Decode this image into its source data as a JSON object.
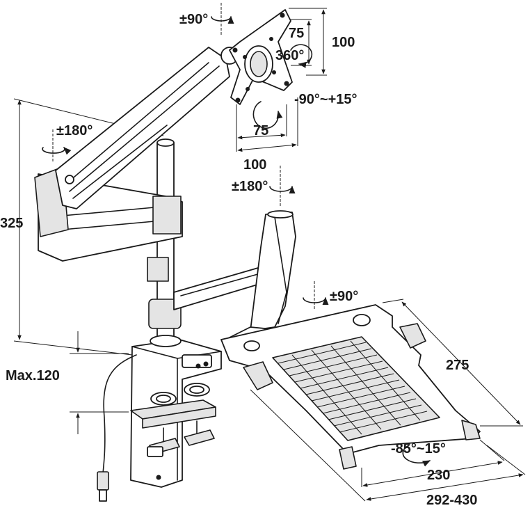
{
  "labels": {
    "tilt_top": "±90°",
    "vesa_75_vertical": "75",
    "vesa_100_vertical": "100",
    "rotate_360": "360°",
    "tilt_range": "-90°~+15°",
    "swivel_arm": "±180°",
    "vesa_75_horizontal": "75",
    "vesa_100_horizontal": "100",
    "swivel_mid": "±180°",
    "height_325": "325",
    "tilt_tray": "±90°",
    "tray_depth": "275",
    "clamp_max": "Max.120",
    "tray_tilt": "-85°~15°",
    "tray_width_230": "230",
    "tray_width_range": "292-430"
  }
}
